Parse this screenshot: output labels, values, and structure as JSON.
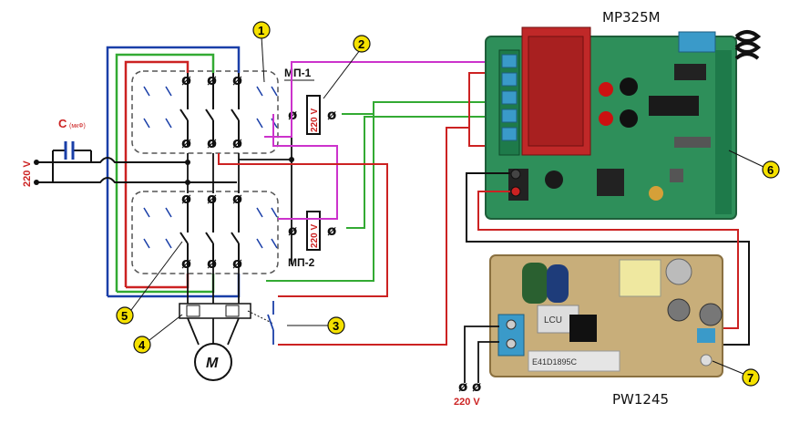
{
  "labels": {
    "board_top": "MP325M",
    "board_bottom": "PW1245",
    "relay_1": "МП-1",
    "relay_2": "МП-2",
    "capacitor": "C",
    "capacitor_unit": "(мкФ)",
    "voltage_left": "220 V",
    "voltage_coil_1": "220 V",
    "voltage_coil_2": "220 V",
    "voltage_psu": "220 V",
    "motor": "M",
    "psu_chip_1": "LCU",
    "psu_chip_2": "E41D1895C"
  },
  "callouts": [
    "1",
    "2",
    "3",
    "4",
    "5",
    "6",
    "7"
  ],
  "colors": {
    "magenta": "#cc33cc",
    "green": "#33aa33",
    "red": "#cc2222",
    "blue": "#1a3fa8",
    "black": "#111111",
    "pcb_green": "#2e8f5a",
    "callout_yellow": "#f5e100",
    "dashed": "#555555"
  }
}
